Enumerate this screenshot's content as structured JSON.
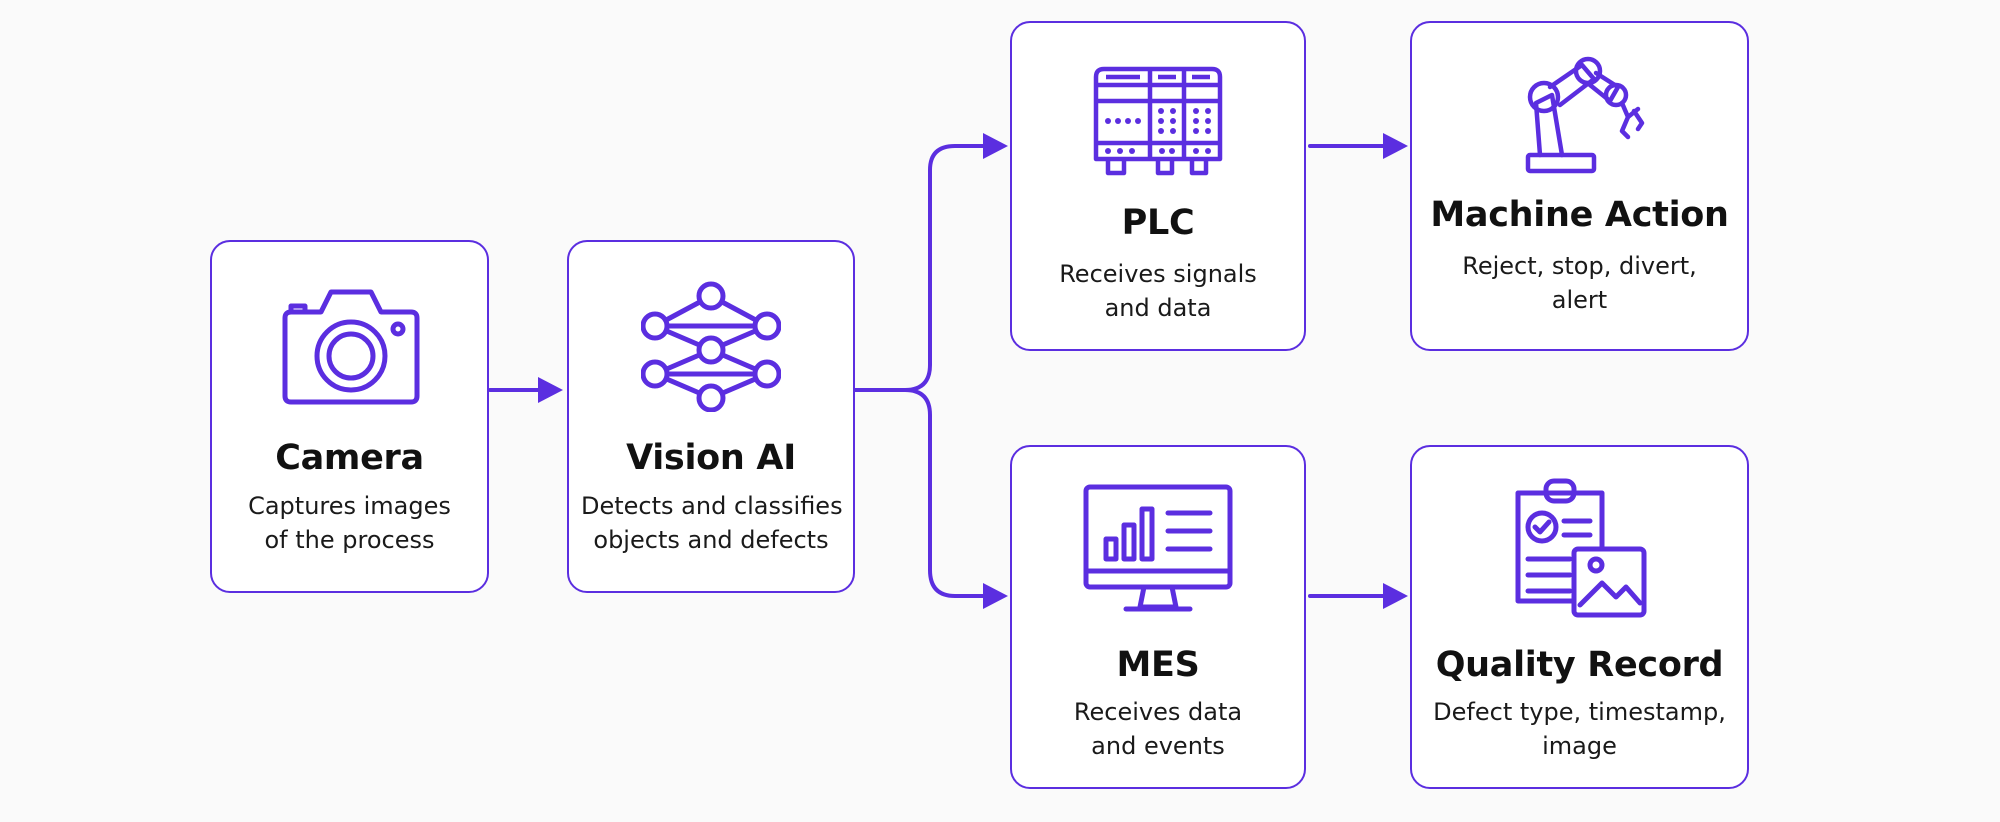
{
  "colors": {
    "accent": "#5b2ee0",
    "background": "#fafafa",
    "box": "#ffffff",
    "text": "#111111"
  },
  "nodes": {
    "camera": {
      "icon": "camera-icon",
      "title": "Camera",
      "desc": [
        "Captures images",
        "of the process"
      ]
    },
    "vision": {
      "icon": "neural-network-icon",
      "title": "Vision AI",
      "desc": [
        "Detects and classifies",
        "objects and defects"
      ]
    },
    "plc": {
      "icon": "plc-controller-icon",
      "title": "PLC",
      "desc": [
        "Receives signals",
        "and data"
      ]
    },
    "machine": {
      "icon": "robotic-arm-icon",
      "title": "Machine Action",
      "desc": [
        "Reject, stop, divert,",
        "alert"
      ]
    },
    "mes": {
      "icon": "monitor-dashboard-icon",
      "title": "MES",
      "desc": [
        "Receives data",
        "and events"
      ]
    },
    "quality": {
      "icon": "clipboard-image-icon",
      "title": "Quality Record",
      "desc": [
        "Defect type, timestamp,",
        "image"
      ]
    }
  }
}
